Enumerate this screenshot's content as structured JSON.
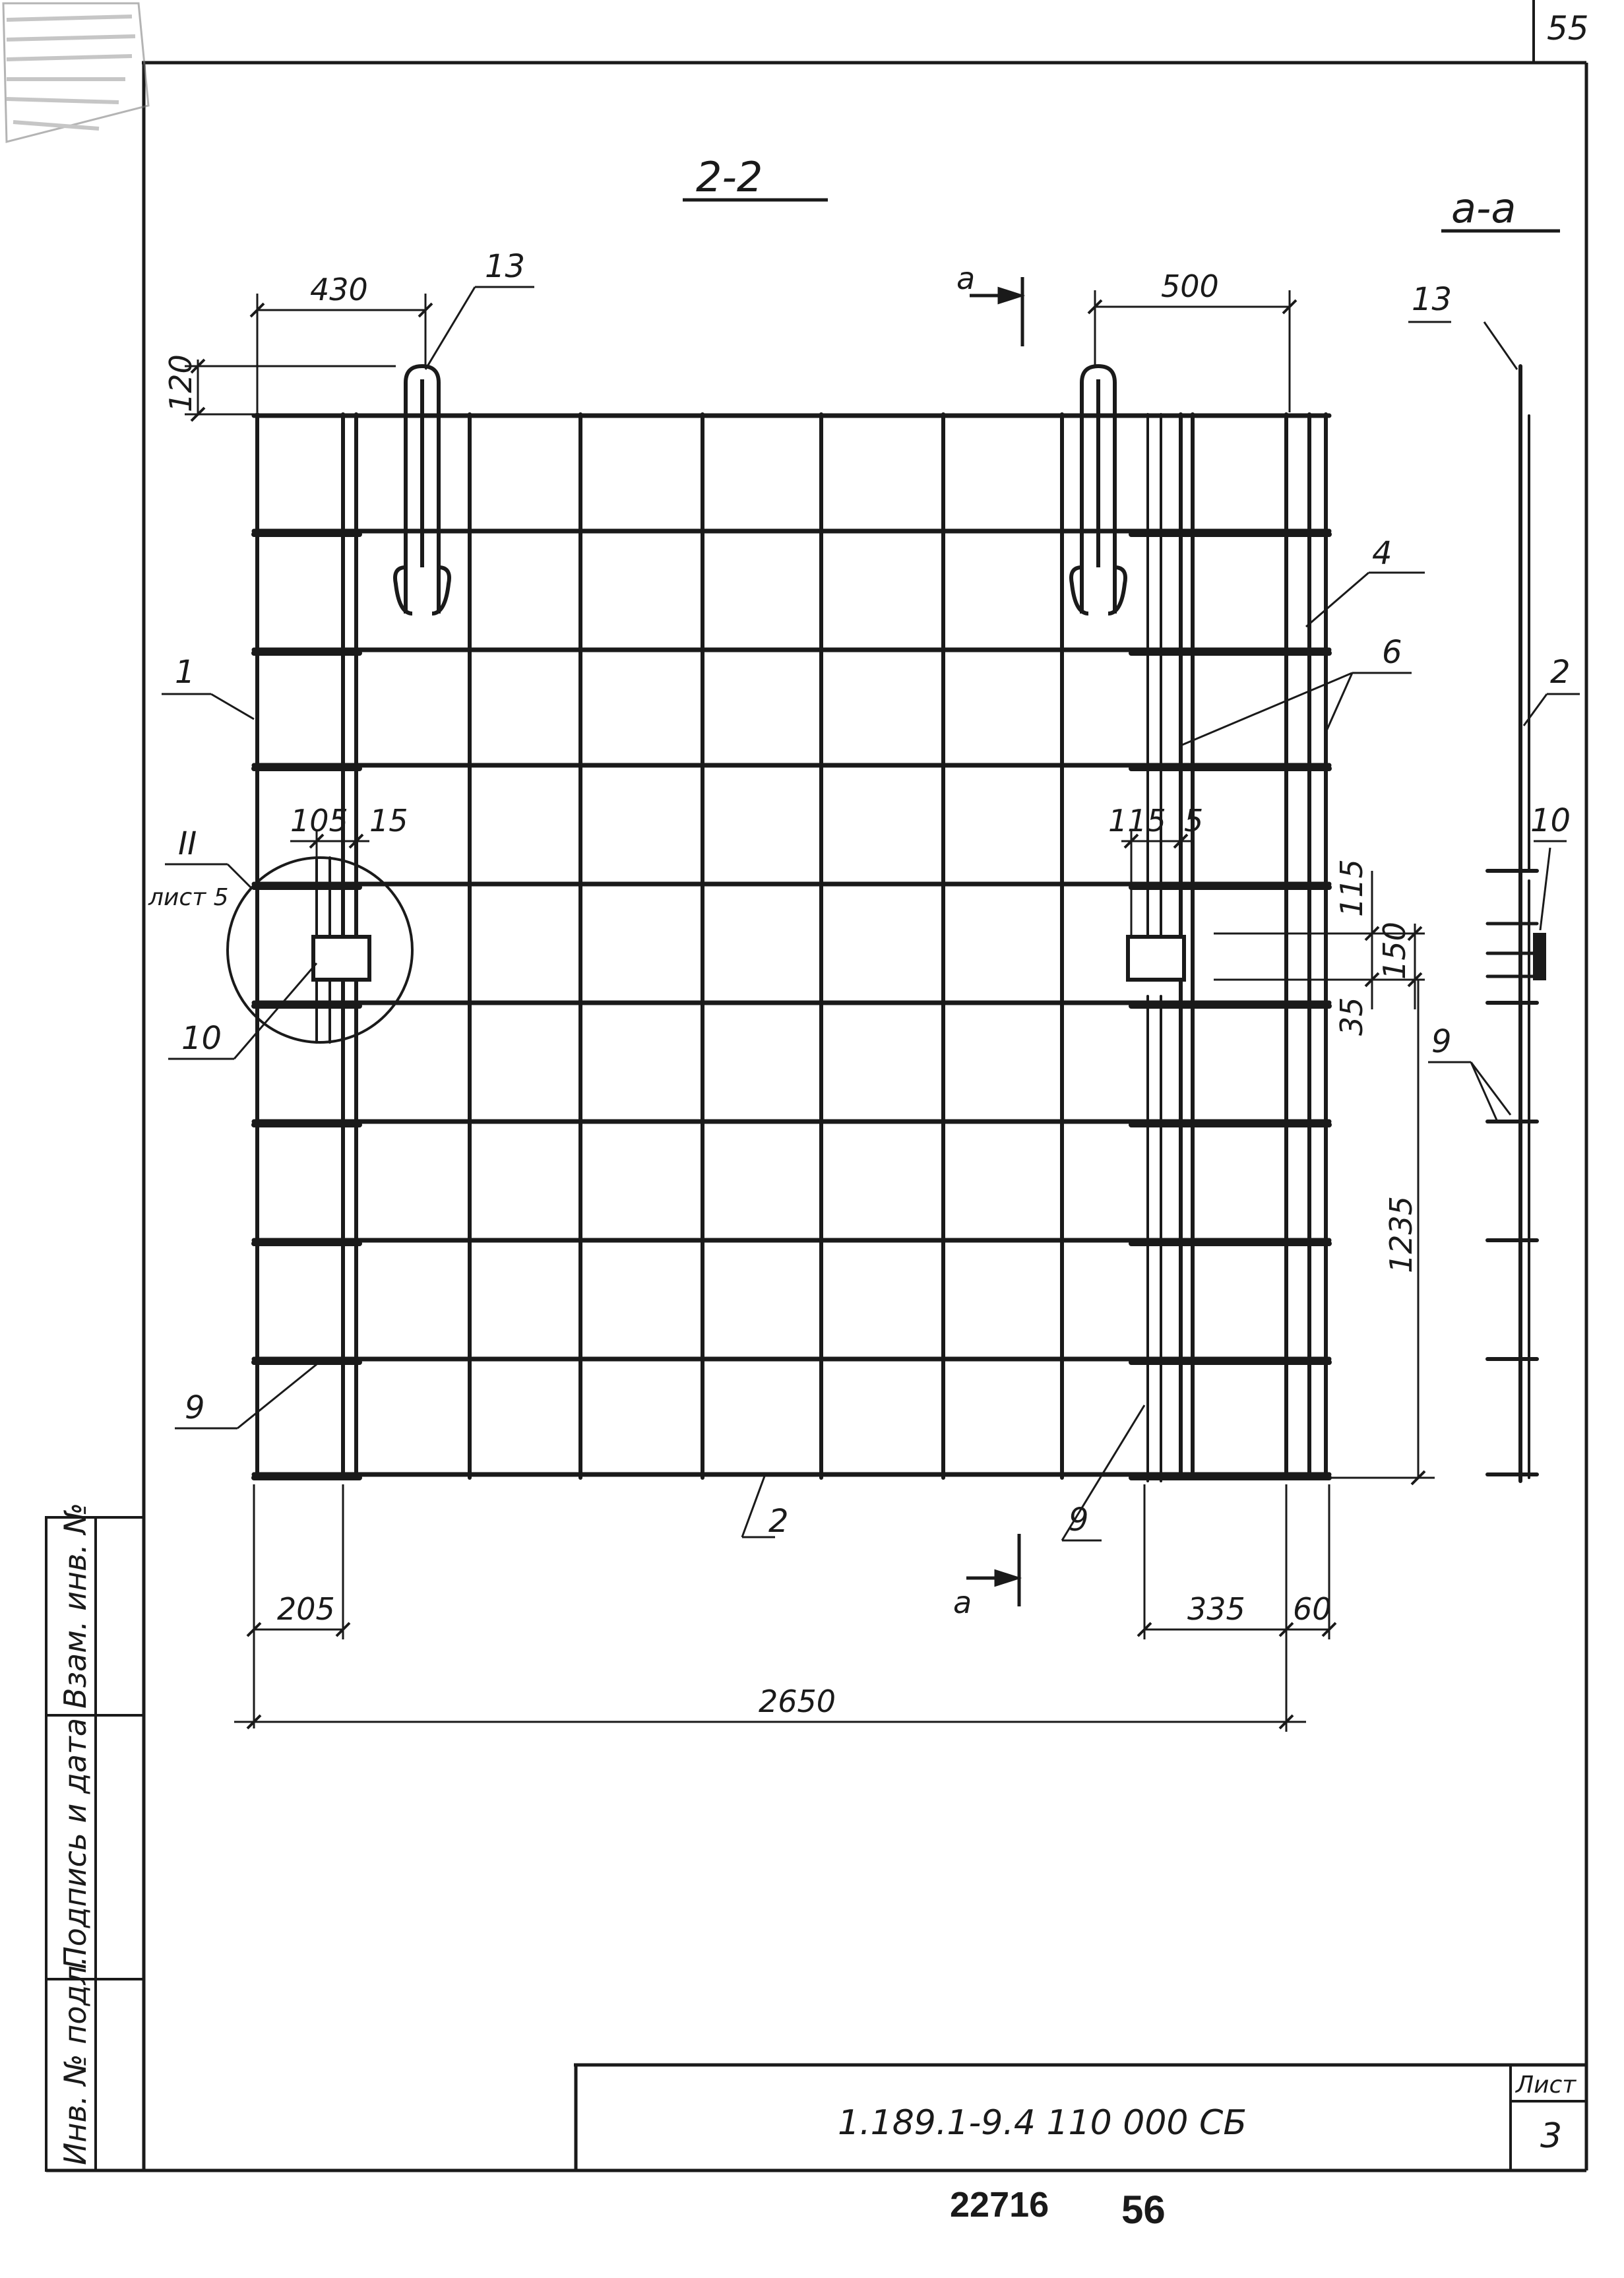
{
  "page": {
    "sheet_corner_number": "55",
    "bottom_code": "22716",
    "bottom_page": "56"
  },
  "views": {
    "section_2_2": "2-2",
    "section_a_a": "a-a",
    "cut_mark": "a"
  },
  "dimensions": {
    "d430": "430",
    "d500": "500",
    "d120": "120",
    "d105": "105",
    "d15": "15",
    "d115a": "115",
    "d5": "5",
    "d115b": "115",
    "d150": "150",
    "d35": "35",
    "d1235": "1235",
    "d205": "205",
    "d335": "335",
    "d60": "60",
    "d2650": "2650"
  },
  "callouts": {
    "c13": "13",
    "c13b": "13",
    "c4": "4",
    "c6": "6",
    "c1": "1",
    "c2": "2",
    "c2b": "2",
    "c10": "10",
    "c10b": "10",
    "c9": "9",
    "c9b": "9",
    "c9c": "9",
    "detail_ref": "II",
    "detail_sheet": "лист 5"
  },
  "side_stamp": {
    "inv_podl": "Инв. № подл.",
    "podpis": "Подпись и дата",
    "vzam": "Взам. инв. №"
  },
  "title_block": {
    "designation": "1.189.1-9.4 110 000 СБ",
    "sheet_label": "Лист",
    "sheet_number": "3"
  }
}
